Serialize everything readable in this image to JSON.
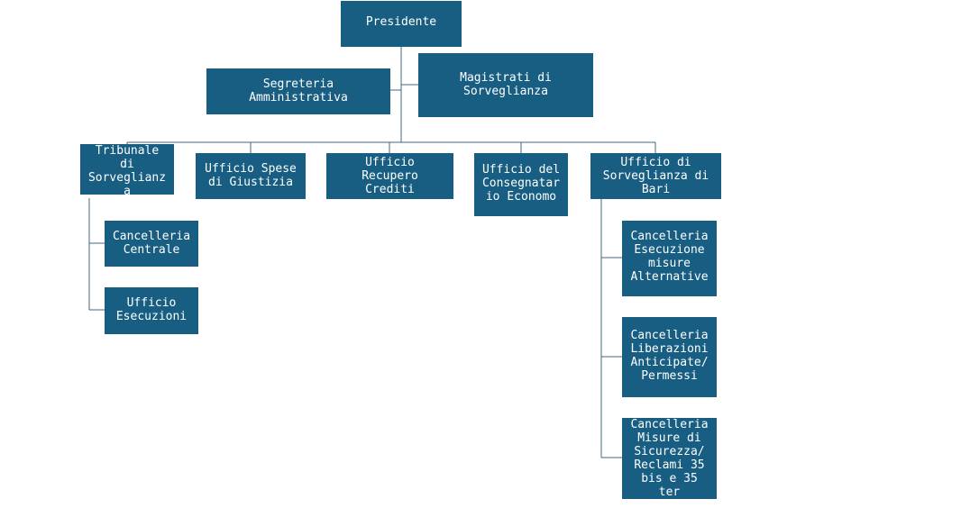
{
  "org_chart": {
    "president": "Presidente",
    "segreteria": "Segreteria\nAmministrativa",
    "magistrati": "Magistrati di\nSorveglianza",
    "tribunale": "Tribunale\ndi\nSorveglianz\na",
    "spese": "Ufficio Spese\ndi Giustizia",
    "recupero": "Ufficio\nRecupero\nCrediti",
    "consegnatario": "Ufficio del\nConsegnatar\nio Economo",
    "bari": "Ufficio di\nSorveglianza di\nBari",
    "cancelleria_centrale": "Cancelleria\nCentrale",
    "ufficio_esecuzioni": "Ufficio\nEsecuzioni",
    "canc_esecuzione": "Cancelleria\nEsecuzione\nmisure\nAlternative",
    "canc_liberazioni": "Cancelleria\nLiberazioni\nAnticipate/\nPermessi",
    "canc_misure": "Cancelleria\nMisure di\nSicurezza/\nReclami 35\nbis e 35\nter"
  },
  "colors": {
    "box_fill": "#175e82",
    "box_text": "#ffffff",
    "connector": "#3f6a82"
  }
}
